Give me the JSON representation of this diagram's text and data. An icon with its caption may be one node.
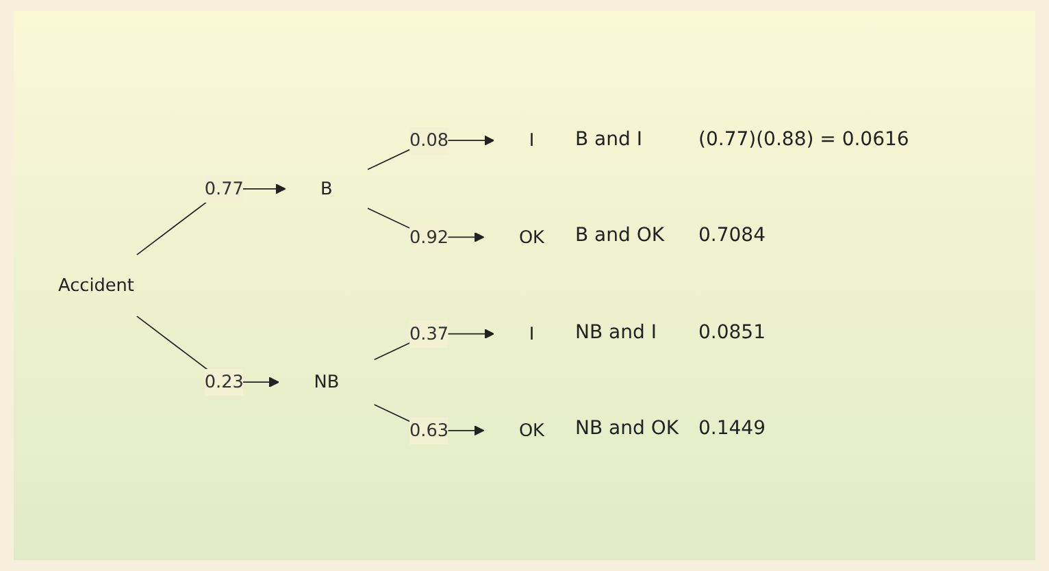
{
  "diagram": {
    "nodes": [
      {
        "text": [
          "Accident"
        ]
      },
      {
        "text": [
          "B"
        ]
      },
      {
        "text": [
          "NB"
        ]
      },
      {
        "text": [
          "I"
        ],
        "beside": [
          "B and I",
          "(0.77)(0.88) = 0.0616"
        ]
      },
      {
        "text": [
          "OK"
        ],
        "beside": [
          "B and OK",
          "0.7084"
        ]
      },
      {
        "text": [
          "I"
        ],
        "beside": [
          "NB and I",
          "0.0851"
        ]
      },
      {
        "text": [
          "OK"
        ],
        "beside": [
          "NB and OK",
          "0.1449"
        ]
      }
    ],
    "edges": [
      {
        "from": 0,
        "to": 1,
        "arrow": "to",
        "label": "0.77"
      },
      {
        "from": 0,
        "to": 2,
        "arrow": "to",
        "label": "0.23"
      },
      {
        "from": 1,
        "to": 3,
        "arrow": "to",
        "label": "0.08"
      },
      {
        "from": 1,
        "to": 4,
        "arrow": "to",
        "label": "0.92"
      },
      {
        "from": 2,
        "to": 5,
        "arrow": "to",
        "label": "0.37"
      },
      {
        "from": 2,
        "to": 6,
        "arrow": "to",
        "label": "0.63"
      }
    ]
  }
}
